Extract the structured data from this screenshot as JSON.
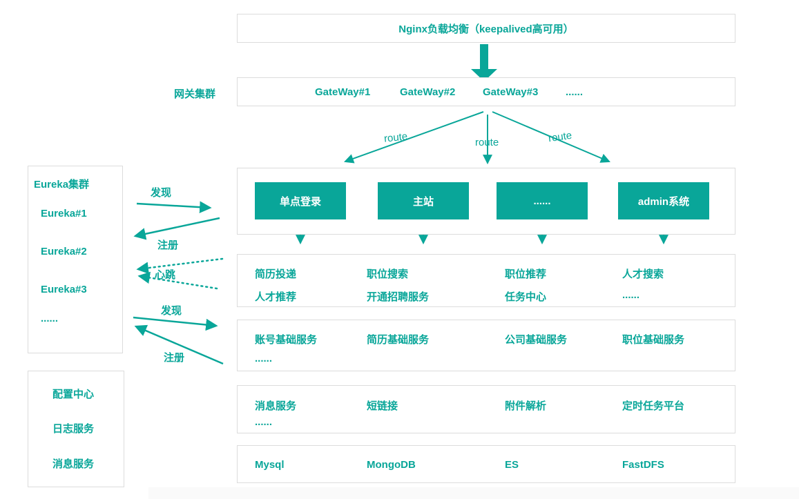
{
  "colors": {
    "accent": "#09a699",
    "box_border": "#dcdcdc",
    "app_box_text": "#ffffff"
  },
  "nginx_box": {
    "label": "Nginx负载均衡（keepalived高可用）"
  },
  "gateway": {
    "side_label": "网关集群",
    "nodes": [
      "GateWay#1",
      "GateWay#2",
      "GateWay#3",
      "......"
    ]
  },
  "routes": [
    "route",
    "route",
    "route"
  ],
  "apps": [
    "单点登录",
    "主站",
    "......",
    "admin系统"
  ],
  "eureka": {
    "title": "Eureka集群",
    "nodes": [
      "Eureka#1",
      "Eureka#2",
      "Eureka#3",
      "......"
    ]
  },
  "links": {
    "discover_top": "发现",
    "register_top": "注册",
    "heartbeat": "心跳",
    "discover_bottom": "发现",
    "register_bottom": "注册"
  },
  "business": {
    "row1": [
      "简历投递",
      "职位搜索",
      "职位推荐",
      "人才搜索"
    ],
    "row2": [
      "人才推荐",
      "开通招聘服务",
      "任务中心",
      "......"
    ]
  },
  "base": {
    "row1": [
      "账号基础服务",
      "简历基础服务",
      "公司基础服务",
      "职位基础服务"
    ],
    "row2_ellipsis": "......"
  },
  "middleware": {
    "row1": [
      "消息服务",
      "短链接",
      "附件解析",
      "定时任务平台"
    ],
    "row2_ellipsis": "......"
  },
  "storage": [
    "Mysql",
    "MongoDB",
    "ES",
    "FastDFS"
  ],
  "infra": [
    "配置中心",
    "日志服务",
    "消息服务"
  ]
}
